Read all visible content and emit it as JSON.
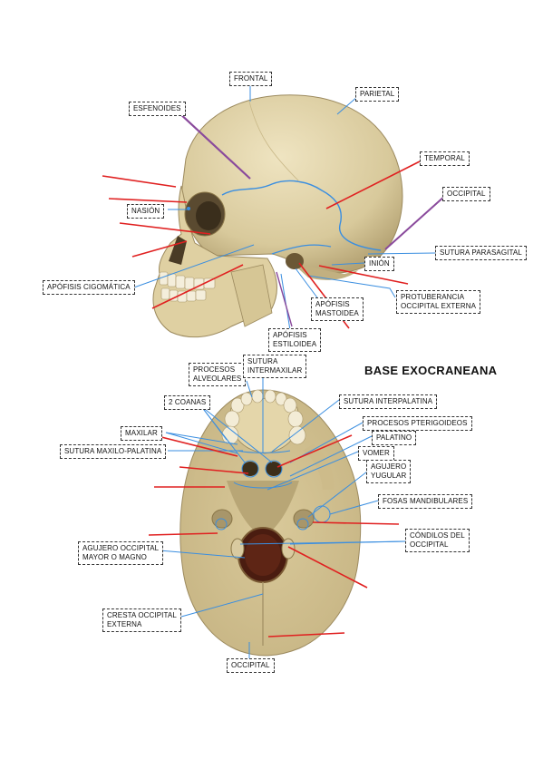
{
  "section_title": "BASE EXOCRANEANA",
  "colors": {
    "bone": "#e3d6ae",
    "bone_shadow": "#b9a87a",
    "bone_dark": "#8c7a52",
    "pointer_blue": "#3a8ee0",
    "pointer_red": "#e02020",
    "pointer_purple": "#8a4a9c"
  },
  "lateral_labels": {
    "frontal": "FRONTAL",
    "parietal": "PARIETAL",
    "esfenoides": "ESFENOIDES",
    "temporal": "TEMPORAL",
    "occipital": "OCCIPITAL",
    "nasion": "NASIÓN",
    "sutura_parasagital": "SUTURA PARASAGITAL",
    "inion": "INIÓN",
    "apofisis_cigomatica": "APÓFISIS CIGOMÁTICA",
    "protuberancia_line1": "PROTUBERANCIA",
    "protuberancia_line2": "OCCIPITAL EXTERNA",
    "mastoidea_line1": "APÓFISIS",
    "mastoidea_line2": "MASTOIDEA",
    "estiloidea_line1": "APÓFISIS",
    "estiloidea_line2": "ESTILOIDEA"
  },
  "base_labels": {
    "procesos_alveolares_line1": "PROCESOS",
    "procesos_alveolares_line2": "ALVEOLARES",
    "sutura_intermaxilar_line1": "SUTURA",
    "sutura_intermaxilar_line2": "INTERMAXILAR",
    "dos_coanas": "2 COANAS",
    "sutura_interpalatina": "SUTURA INTERPALATINA",
    "procesos_pterigoideos": "PROCESOS PTERIGOIDEOS",
    "palatino": "PALATINO",
    "maxilar": "MAXILAR",
    "sutura_maxilo_palatina": "SUTURA MAXILO-PALATINA",
    "vomer": "VOMER",
    "agujero_yugular_line1": "AGUJERO",
    "agujero_yugular_line2": "YUGULAR",
    "fosas_mandibulares": "FOSAS MANDIBULARES",
    "condilos_line1": "CÓNDILOS DEL",
    "condilos_line2": "OCCIPITAL",
    "agujero_occipital_line1": "AGUJERO OCCIPITAL",
    "agujero_occipital_line2": "MAYOR O MAGNO",
    "cresta_line1": "CRESTA OCCIPITAL",
    "cresta_line2": "EXTERNA",
    "occipital": "OCCIPITAL"
  }
}
